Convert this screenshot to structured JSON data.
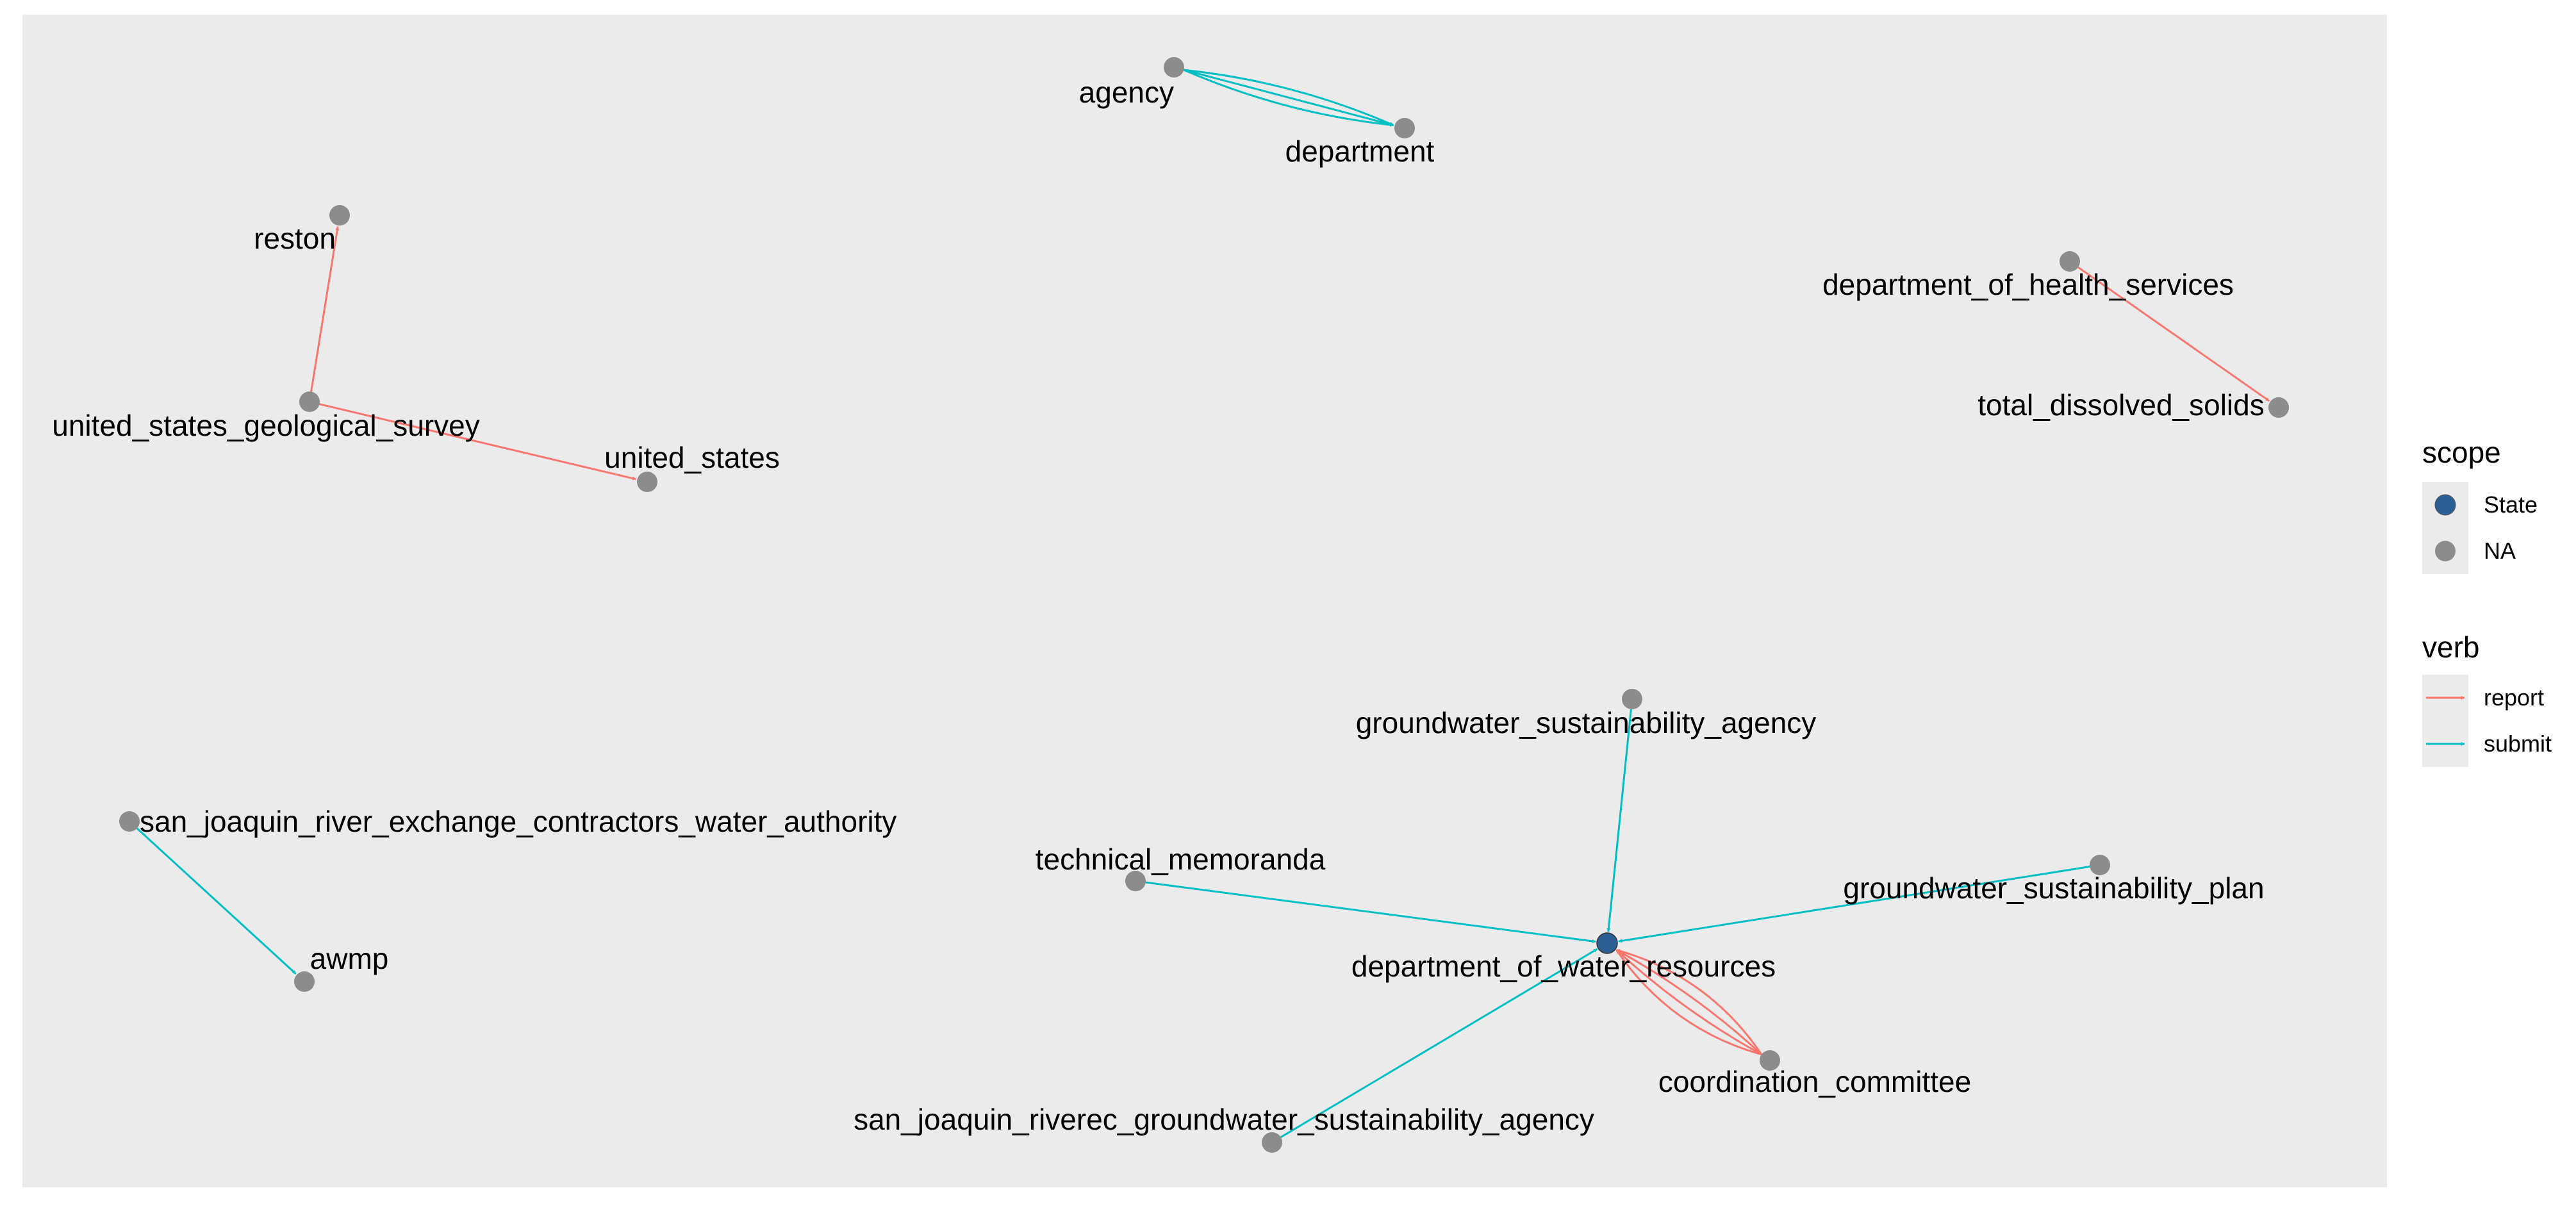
{
  "nodes": [
    {
      "id": "agency",
      "label": "agency"
    },
    {
      "id": "department",
      "label": "department"
    },
    {
      "id": "reston",
      "label": "reston"
    },
    {
      "id": "united_states_geological_survey",
      "label": "united_states_geological_survey"
    },
    {
      "id": "united_states",
      "label": "united_states"
    },
    {
      "id": "department_of_health_services",
      "label": "department_of_health_services"
    },
    {
      "id": "total_dissolved_solids",
      "label": "total_dissolved_solids"
    },
    {
      "id": "san_joaquin_river_exchange_contractors_water_authority",
      "label": "san_joaquin_river_exchange_contractors_water_authority"
    },
    {
      "id": "awmp",
      "label": "awmp"
    },
    {
      "id": "groundwater_sustainability_agency",
      "label": "groundwater_sustainability_agency"
    },
    {
      "id": "technical_memoranda",
      "label": "technical_memoranda"
    },
    {
      "id": "groundwater_sustainability_plan",
      "label": "groundwater_sustainability_plan"
    },
    {
      "id": "department_of_water_resources",
      "label": "department_of_water_resources",
      "scope": "State"
    },
    {
      "id": "coordination_committee",
      "label": "coordination_committee"
    },
    {
      "id": "san_joaquin_riverec_groundwater_sustainability_agency",
      "label": "san_joaquin_riverec_groundwater_sustainability_agency"
    }
  ],
  "edges": [
    {
      "from": "agency",
      "to": "department",
      "verb": "submit"
    },
    {
      "from": "agency",
      "to": "department",
      "verb": "submit"
    },
    {
      "from": "agency",
      "to": "department",
      "verb": "submit"
    },
    {
      "from": "united_states_geological_survey",
      "to": "reston",
      "verb": "report"
    },
    {
      "from": "united_states_geological_survey",
      "to": "united_states",
      "verb": "report"
    },
    {
      "from": "department_of_health_services",
      "to": "total_dissolved_solids",
      "verb": "report"
    },
    {
      "from": "san_joaquin_river_exchange_contractors_water_authority",
      "to": "awmp",
      "verb": "submit"
    },
    {
      "from": "groundwater_sustainability_agency",
      "to": "department_of_water_resources",
      "verb": "submit"
    },
    {
      "from": "technical_memoranda",
      "to": "department_of_water_resources",
      "verb": "submit"
    },
    {
      "from": "groundwater_sustainability_plan",
      "to": "department_of_water_resources",
      "verb": "submit"
    },
    {
      "from": "san_joaquin_riverec_groundwater_sustainability_agency",
      "to": "department_of_water_resources",
      "verb": "submit"
    },
    {
      "from": "coordination_committee",
      "to": "department_of_water_resources",
      "verb": "report"
    },
    {
      "from": "coordination_committee",
      "to": "department_of_water_resources",
      "verb": "report"
    },
    {
      "from": "coordination_committee",
      "to": "department_of_water_resources",
      "verb": "report"
    },
    {
      "from": "coordination_committee",
      "to": "department_of_water_resources",
      "verb": "report"
    }
  ],
  "legend": {
    "scope": {
      "title": "scope",
      "items": [
        {
          "label": "State",
          "color": "#2b5f93"
        },
        {
          "label": "NA",
          "color": "#8c8c8c"
        }
      ]
    },
    "verb": {
      "title": "verb",
      "items": [
        {
          "label": "report",
          "color": "#f8766d"
        },
        {
          "label": "submit",
          "color": "#00bfc4"
        }
      ]
    }
  },
  "colors": {
    "panel_background": "#ebebeb",
    "node_default": "#8c8c8c",
    "node_state": "#2b5f93",
    "edge_report": "#f8766d",
    "edge_submit": "#00bfc4"
  }
}
